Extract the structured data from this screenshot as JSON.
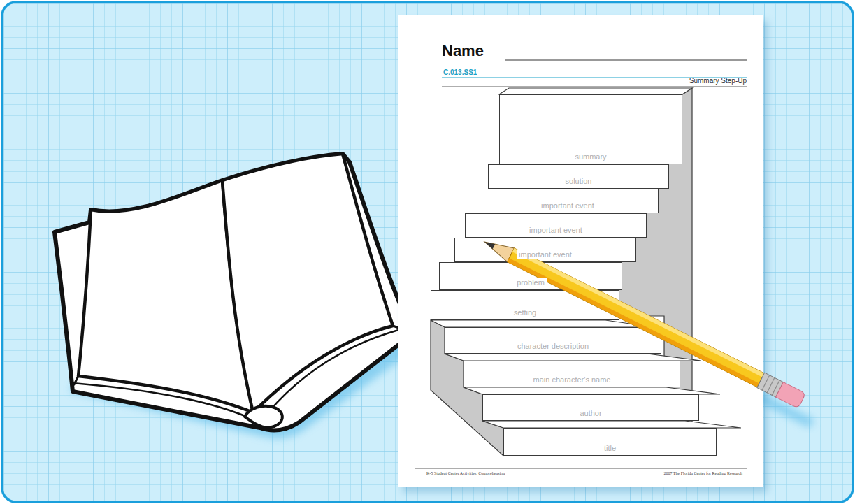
{
  "diagram": {
    "nodes": [
      {
        "text": [
          "Name",
          "C.013.SS1",
          "Summary Step-Up",
          "K-5 Student Center Activities: Comprehension",
          "2007 The Florida Center for Reading Research"
        ]
      },
      {
        "text": [
          "summary"
        ],
        "in": 0
      },
      {
        "text": [
          "solution"
        ],
        "in": 0
      },
      {
        "text": [
          "important event"
        ],
        "in": 0
      },
      {
        "text": [
          "important event"
        ],
        "in": 0
      },
      {
        "text": [
          "important event"
        ],
        "in": 0
      },
      {
        "text": [
          "problem"
        ],
        "in": 0
      },
      {
        "text": [
          "setting"
        ],
        "in": 0
      },
      {
        "text": [
          "character description"
        ],
        "in": 0
      },
      {
        "text": [
          "main character's name"
        ],
        "in": 0
      },
      {
        "text": [
          "author"
        ],
        "in": 0
      },
      {
        "text": [
          "title"
        ],
        "in": 0
      }
    ]
  }
}
